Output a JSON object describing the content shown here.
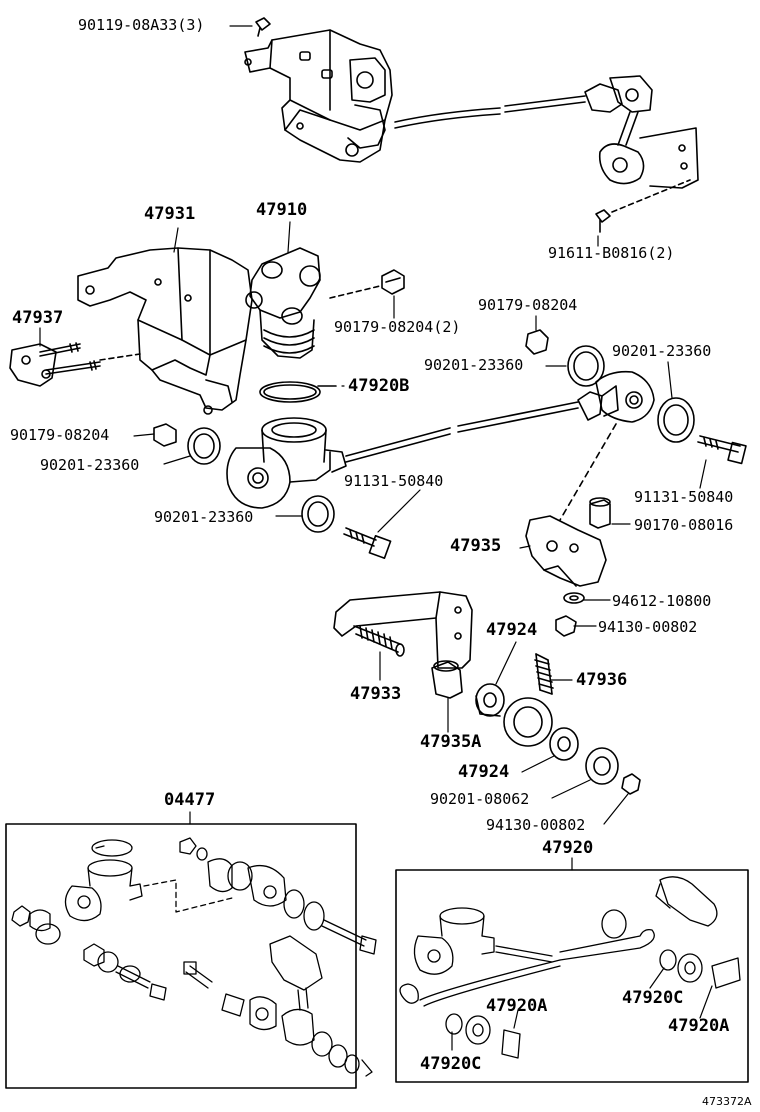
{
  "labels": {
    "l_90119": "90119-08A33(3)",
    "l_91611": "91611-B0816(2)",
    "l_47931": "47931",
    "l_47910": "47910",
    "l_47937": "47937",
    "l_90179_a": "90179-08204(2)",
    "l_90179_b": "90179-08204",
    "l_90201_a": "90201-23360",
    "l_90201_b": "90201-23360",
    "l_47920B": "47920B",
    "l_90179_c": "90179-08204",
    "l_90201_c": "90201-23360",
    "l_91131_a": "91131-50840",
    "l_91131_b": "91131-50840",
    "l_90201_d": "90201-23360",
    "l_47935": "47935",
    "l_90170": "90170-08016",
    "l_94612": "94612-10800",
    "l_94130_a": "94130-00802",
    "l_47924_a": "47924",
    "l_47933": "47933",
    "l_47936": "47936",
    "l_47935A": "47935A",
    "l_47924_b": "47924",
    "l_90201_e": "90201-08062",
    "l_94130_b": "94130-00802",
    "l_04477": "04477",
    "l_47920": "47920",
    "l_47920C_a": "47920C",
    "l_47920A_a": "47920A",
    "l_47920A_b": "47920A",
    "l_47920C_b": "47920C",
    "l_ref": "473372A"
  }
}
